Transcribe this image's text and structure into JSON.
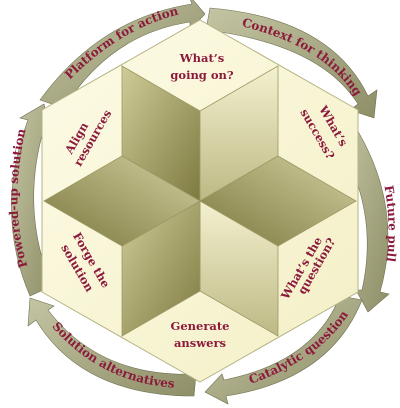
{
  "inner": {
    "whats_going_on_1": "What’s",
    "whats_going_on_2": "going on?",
    "whats_success_1": "What’s",
    "whats_success_2": "success?",
    "whats_question_1": "What’s the",
    "whats_question_2": "question?",
    "generate_1": "Generate",
    "generate_2": "answers",
    "forge_1": "Forge the",
    "forge_2": "solution",
    "align_1": "Align",
    "align_2": "resources"
  },
  "outer": {
    "platform": "Platform for action",
    "context": "Context for thinking",
    "future": "Future pull",
    "catalytic": "Catalytic question",
    "alternatives": "Solution alternatives",
    "powered": "Powered-up solution"
  },
  "colors": {
    "text": "#8b1a3c",
    "arrow": "#a4a580",
    "hex_light": "#fbf9dc",
    "face_dark": "#8f8c52",
    "face_mid": "#d6d3a0"
  }
}
